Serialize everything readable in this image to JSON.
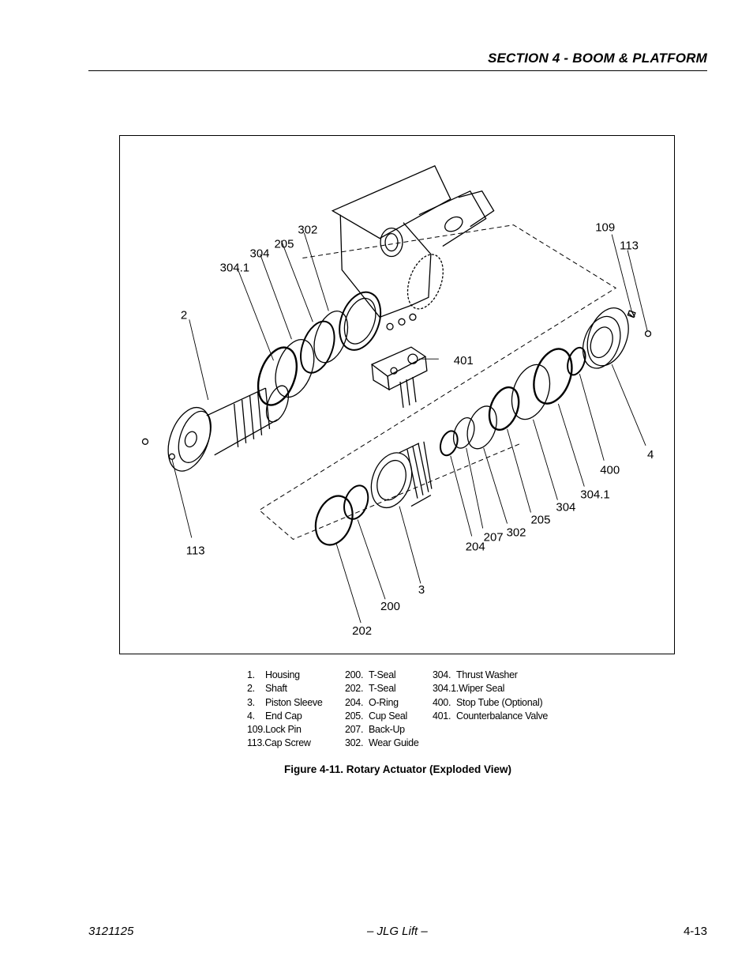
{
  "header": {
    "section_title": "SECTION 4 - BOOM & PLATFORM"
  },
  "figure": {
    "callouts": {
      "c2": "2",
      "c3": "3",
      "c4": "4",
      "c109": "109",
      "c113_top": "113",
      "c113_left": "113",
      "c200": "200",
      "c202": "202",
      "c204": "204",
      "c205_top": "205",
      "c205_bottom": "205",
      "c207": "207",
      "c302_top": "302",
      "c302_bottom": "302",
      "c304_top": "304",
      "c304_bottom": "304",
      "c304_1_top": "304.1",
      "c304_1_bottom": "304.1",
      "c400": "400",
      "c401": "401"
    }
  },
  "legend": {
    "col1": [
      {
        "num": "1.",
        "name": "Housing"
      },
      {
        "num": "2.",
        "name": "Shaft"
      },
      {
        "num": "3.",
        "name": "Piston Sleeve"
      },
      {
        "num": "4.",
        "name": "End Cap"
      },
      {
        "num": "109.",
        "name": "Lock Pin"
      },
      {
        "num": "113.",
        "name": "Cap Screw"
      }
    ],
    "col2": [
      {
        "num": "200.",
        "name": "T-Seal"
      },
      {
        "num": "202.",
        "name": "T-Seal"
      },
      {
        "num": "204.",
        "name": "O-Ring"
      },
      {
        "num": "205.",
        "name": "Cup Seal"
      },
      {
        "num": "207.",
        "name": "Back-Up"
      },
      {
        "num": "302.",
        "name": "Wear Guide"
      }
    ],
    "col3": [
      {
        "num": "304.",
        "name": "Thrust Washer"
      },
      {
        "num": "304.1.",
        "name": "Wiper Seal"
      },
      {
        "num": "400.",
        "name": "Stop Tube (Optional)"
      },
      {
        "num": "401.",
        "name": "Counterbalance Valve"
      }
    ]
  },
  "caption": "Figure 4-11.  Rotary Actuator (Exploded View)",
  "footer": {
    "doc_number": "3121125",
    "publisher": "– JLG Lift –",
    "page_number": "4-13"
  }
}
